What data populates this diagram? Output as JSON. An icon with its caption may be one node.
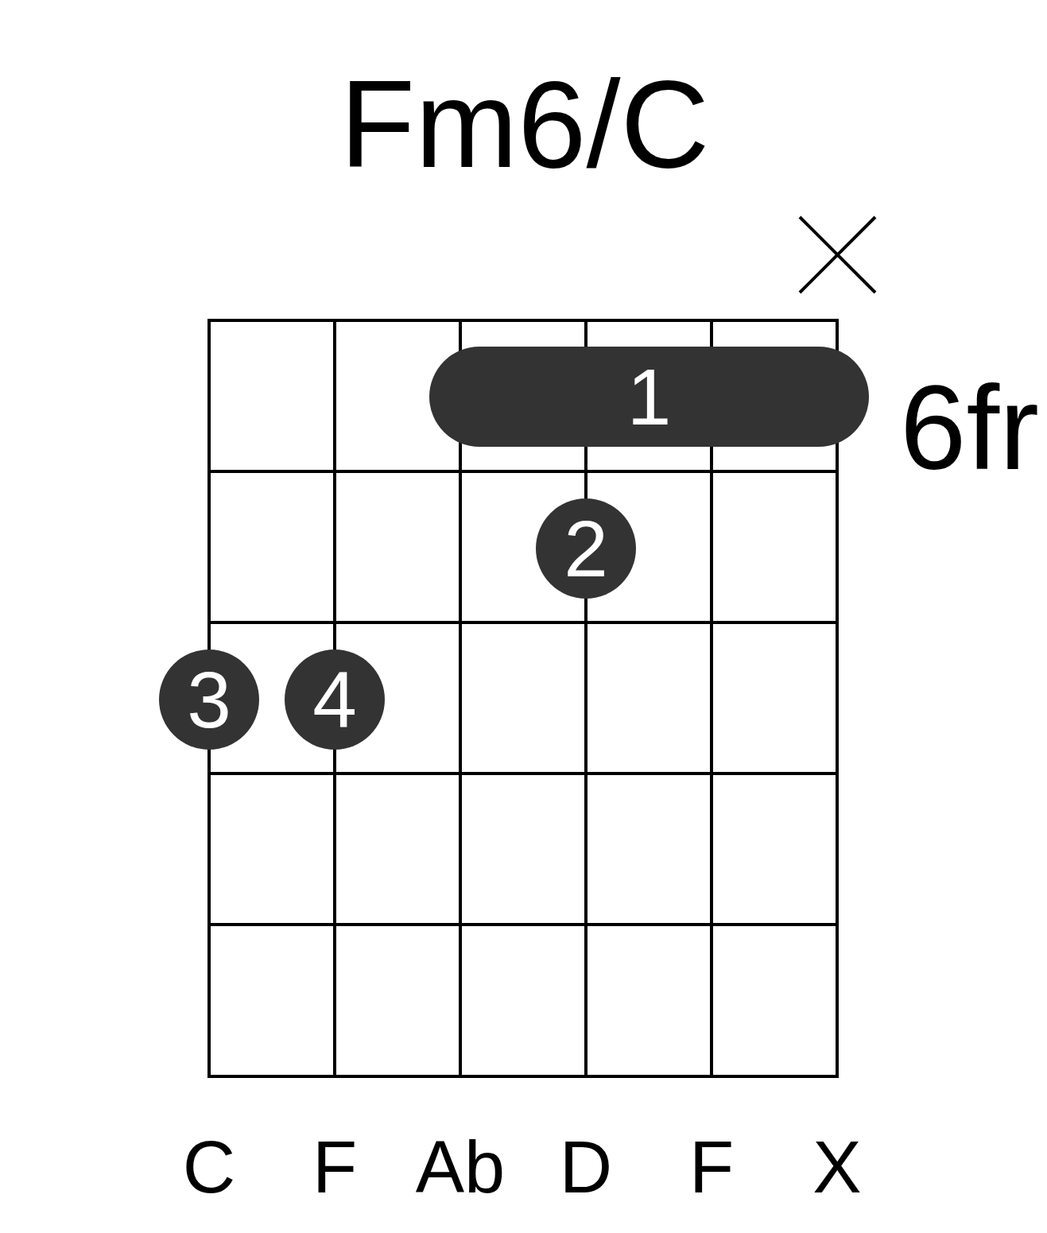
{
  "diagram": {
    "title": "Fm6/C",
    "nodes": [
      {
        "text": [
          "1"
        ]
      },
      {
        "text": [
          "2"
        ]
      },
      {
        "text": [
          "3"
        ]
      },
      {
        "text": [
          "4"
        ]
      }
    ],
    "labels": [
      "6fr",
      "C",
      "F",
      "Ab",
      "D",
      "F",
      "X"
    ]
  }
}
